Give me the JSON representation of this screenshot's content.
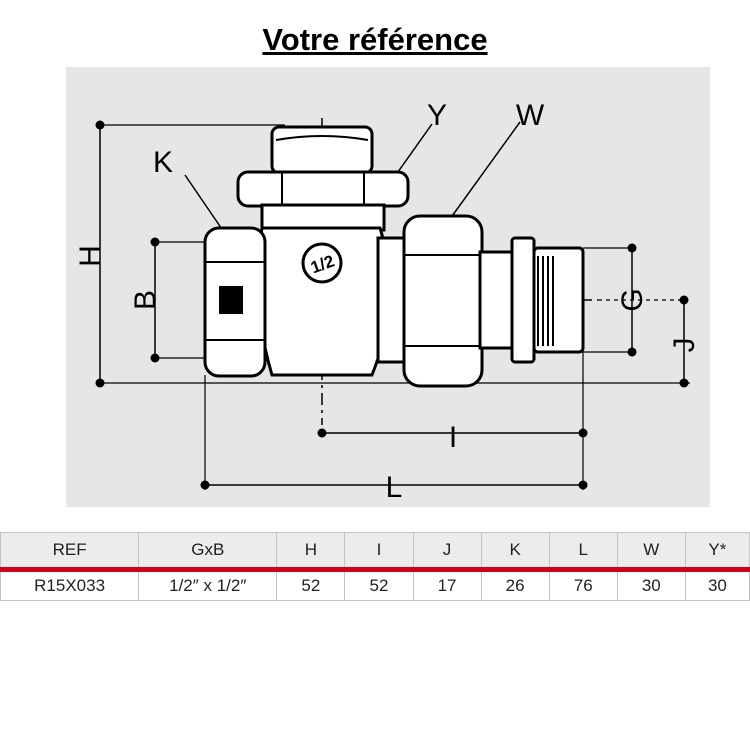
{
  "title": "Votre référence",
  "drawing": {
    "labels": {
      "H": "H",
      "B": "B",
      "K": "K",
      "Y": "Y",
      "W": "W",
      "G": "G",
      "J": "J",
      "I": "I",
      "L": "L"
    },
    "size_mark": "1/2"
  },
  "table": {
    "headers": [
      "REF",
      "GxB",
      "H",
      "I",
      "J",
      "K",
      "L",
      "W",
      "Y*"
    ],
    "rows": [
      [
        "R15X033",
        "1/2″ x 1/2″",
        "52",
        "52",
        "17",
        "26",
        "76",
        "30",
        "30"
      ]
    ]
  }
}
